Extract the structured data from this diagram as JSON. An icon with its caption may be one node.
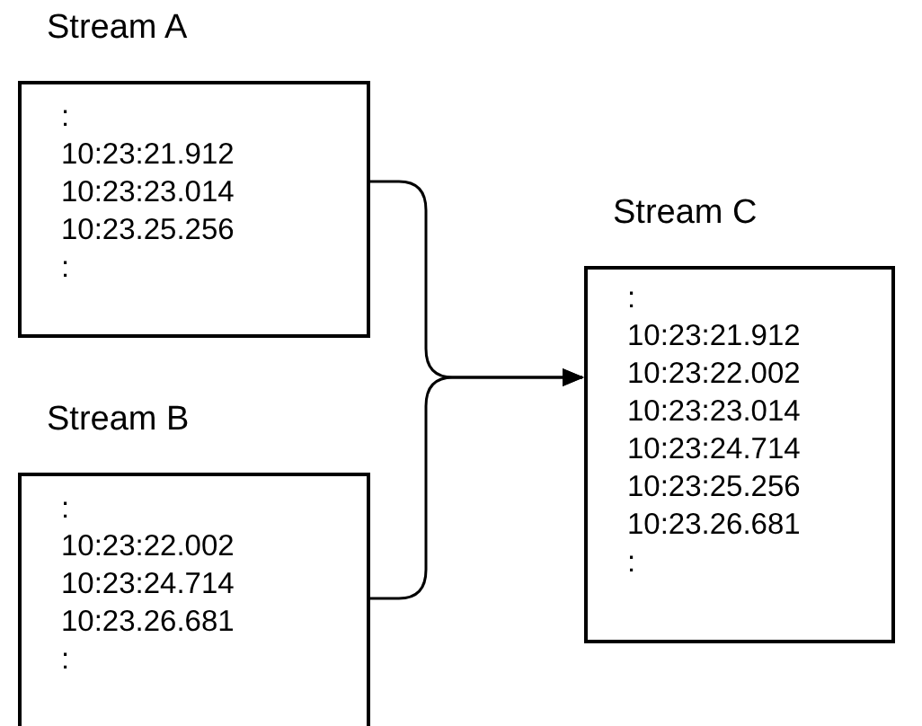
{
  "diagram": {
    "nodes": [
      {
        "text": [
          "Stream A",
          ":",
          "10:23:21.912",
          "10:23:23.014",
          "10:23.25.256",
          ":"
        ]
      },
      {
        "text": [
          "Stream B",
          ":",
          "10:23:22.002",
          "10:23:24.714",
          "10:23.26.681",
          ":"
        ]
      },
      {
        "text": [
          "Stream C",
          ":",
          "10:23:21.912",
          "10:23:22.002",
          "10:23:23.014",
          "10:23:24.714",
          "10:23:25.256",
          "10:23.26.681",
          ":"
        ]
      }
    ],
    "edges": [
      {
        "from": 0,
        "to": 2,
        "arrow": "to"
      },
      {
        "from": 1,
        "to": 2,
        "arrow": "to"
      }
    ]
  }
}
